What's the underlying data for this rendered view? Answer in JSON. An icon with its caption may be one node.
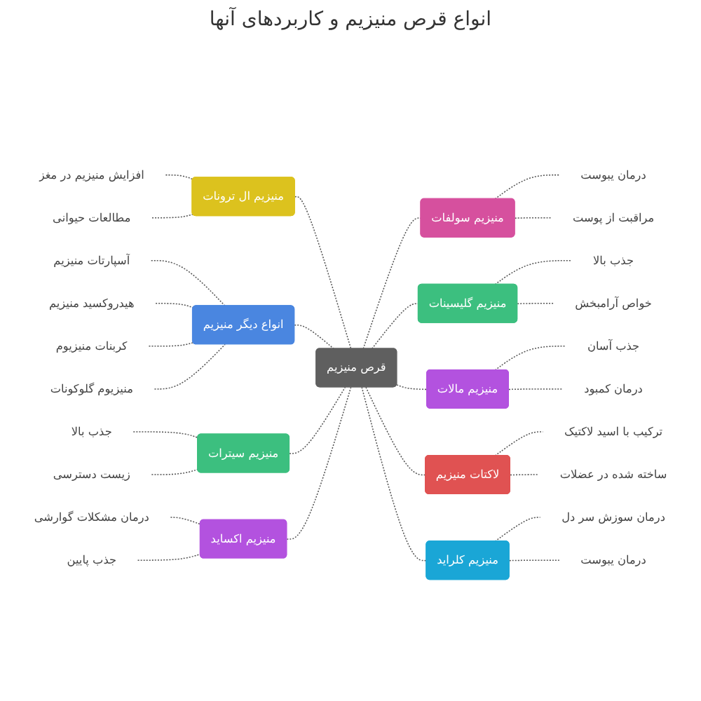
{
  "diagram": {
    "title": "انواع قرص منیزیم و کاربردهای آنها",
    "nodes": [
      {
        "text": [
          "قرص منیزیم"
        ]
      },
      {
        "text": [
          "منیزیم ال ترونات"
        ]
      },
      {
        "text": [
          "افزایش منیزیم در مغز"
        ]
      },
      {
        "text": [
          "مطالعات حیوانی"
        ]
      },
      {
        "text": [
          "منیزیم سولفات"
        ]
      },
      {
        "text": [
          "درمان یبوست"
        ]
      },
      {
        "text": [
          "مراقبت از پوست"
        ]
      },
      {
        "text": [
          "انواع دیگر منیزیم"
        ]
      },
      {
        "text": [
          "آسپارتات منیزیم"
        ]
      },
      {
        "text": [
          "هیدروکسید منیزیم"
        ]
      },
      {
        "text": [
          "کربنات منیزیوم"
        ]
      },
      {
        "text": [
          "منیزیوم گلوکونات"
        ]
      },
      {
        "text": [
          "منیزیم گلیسینات"
        ]
      },
      {
        "text": [
          "جذب بالا"
        ]
      },
      {
        "text": [
          "خواص آرامبخش"
        ]
      },
      {
        "text": [
          "منیزیم مالات"
        ]
      },
      {
        "text": [
          "جذب آسان"
        ]
      },
      {
        "text": [
          "درمان کمبود"
        ]
      },
      {
        "text": [
          "منیزیم سیترات"
        ]
      },
      {
        "text": [
          "جذب بالا"
        ]
      },
      {
        "text": [
          "زیست دسترسی"
        ]
      },
      {
        "text": [
          "لاکتات منیزیم"
        ]
      },
      {
        "text": [
          "ترکیب با اسید لاکتیک"
        ]
      },
      {
        "text": [
          "ساخته شده در عضلات"
        ]
      },
      {
        "text": [
          "منیزیم اکساید"
        ]
      },
      {
        "text": [
          "درمان مشکلات گوارشی"
        ]
      },
      {
        "text": [
          "جذب پایین"
        ]
      },
      {
        "text": [
          "منیزیم کلراید"
        ]
      },
      {
        "text": [
          "درمان سوزش سر دل"
        ]
      },
      {
        "text": [
          "درمان یبوست"
        ]
      }
    ],
    "edges": [
      {
        "from": 1,
        "to": 0,
        "arrow": "none",
        "style": "dashed"
      },
      {
        "from": 2,
        "to": 1,
        "arrow": "none",
        "style": "dashed"
      },
      {
        "from": 3,
        "to": 1,
        "arrow": "none",
        "style": "dashed"
      },
      {
        "from": 0,
        "to": 4,
        "arrow": "none",
        "style": "dashed"
      },
      {
        "from": 4,
        "to": 5,
        "arrow": "none",
        "style": "dashed"
      },
      {
        "from": 4,
        "to": 6,
        "arrow": "none",
        "style": "dashed"
      },
      {
        "from": 7,
        "to": 0,
        "arrow": "none",
        "style": "dashed"
      },
      {
        "from": 8,
        "to": 7,
        "arrow": "none",
        "style": "dashed"
      },
      {
        "from": 9,
        "to": 7,
        "arrow": "none",
        "style": "dashed"
      },
      {
        "from": 10,
        "to": 7,
        "arrow": "none",
        "style": "dashed"
      },
      {
        "from": 11,
        "to": 7,
        "arrow": "none",
        "style": "dashed"
      },
      {
        "from": 0,
        "to": 12,
        "arrow": "none",
        "style": "dashed"
      },
      {
        "from": 12,
        "to": 13,
        "arrow": "none",
        "style": "dashed"
      },
      {
        "from": 12,
        "to": 14,
        "arrow": "none",
        "style": "dashed"
      },
      {
        "from": 0,
        "to": 15,
        "arrow": "none",
        "style": "dashed"
      },
      {
        "from": 15,
        "to": 16,
        "arrow": "none",
        "style": "dashed"
      },
      {
        "from": 15,
        "to": 17,
        "arrow": "none",
        "style": "dashed"
      },
      {
        "from": 18,
        "to": 0,
        "arrow": "none",
        "style": "dashed"
      },
      {
        "from": 19,
        "to": 18,
        "arrow": "none",
        "style": "dashed"
      },
      {
        "from": 20,
        "to": 18,
        "arrow": "none",
        "style": "dashed"
      },
      {
        "from": 0,
        "to": 21,
        "arrow": "none",
        "style": "dashed"
      },
      {
        "from": 21,
        "to": 22,
        "arrow": "none",
        "style": "dashed"
      },
      {
        "from": 21,
        "to": 23,
        "arrow": "none",
        "style": "dashed"
      },
      {
        "from": 24,
        "to": 0,
        "arrow": "none",
        "style": "dashed"
      },
      {
        "from": 25,
        "to": 24,
        "arrow": "none",
        "style": "dashed"
      },
      {
        "from": 26,
        "to": 24,
        "arrow": "none",
        "style": "dashed"
      },
      {
        "from": 0,
        "to": 27,
        "arrow": "none",
        "style": "dashed"
      },
      {
        "from": 27,
        "to": 28,
        "arrow": "none",
        "style": "dashed"
      },
      {
        "from": 27,
        "to": 29,
        "arrow": "none",
        "style": "dashed"
      }
    ]
  }
}
